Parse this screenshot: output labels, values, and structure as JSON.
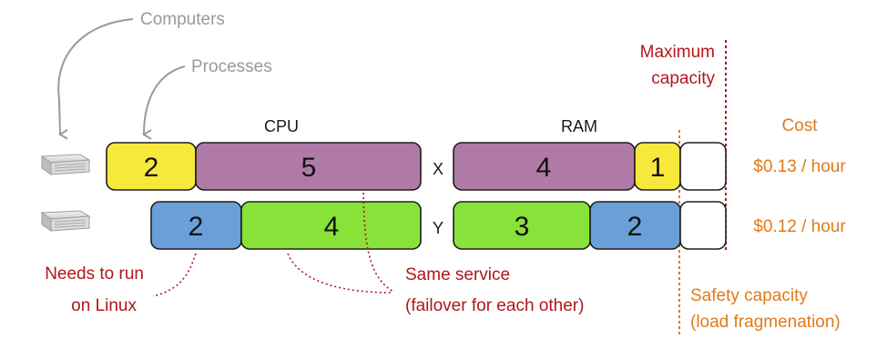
{
  "colors": {
    "yellow": "#f7e83c",
    "purple": "#b07aa6",
    "blue": "#6a9fd8",
    "green": "#88e23a",
    "empty": "#ffffff",
    "red": "#b0171b",
    "orange": "#e07a1a",
    "gray": "#9a9a9a"
  },
  "labels": {
    "computers": "Computers",
    "processes": "Processes",
    "cpu": "CPU",
    "ram": "RAM",
    "max_capacity_line1": "Maximum",
    "max_capacity_line2": "capacity",
    "cost_header": "Cost",
    "needs_linux_line1": "Needs to run",
    "needs_linux_line2": "on Linux",
    "same_service_line1": "Same service",
    "same_service_line2": "(failover for each other)",
    "safety_line1": "Safety capacity",
    "safety_line2": "(load fragmenation)"
  },
  "computers": [
    {
      "name": "X",
      "cost": "$0.13 / hour",
      "cpu": [
        {
          "value": "2",
          "color": "yellow"
        },
        {
          "value": "5",
          "color": "purple"
        }
      ],
      "ram": [
        {
          "value": "4",
          "color": "purple"
        },
        {
          "value": "1",
          "color": "yellow"
        }
      ]
    },
    {
      "name": "Y",
      "cost": "$0.12 / hour",
      "cpu": [
        {
          "value": "2",
          "color": "blue"
        },
        {
          "value": "4",
          "color": "green"
        }
      ],
      "ram": [
        {
          "value": "3",
          "color": "green"
        },
        {
          "value": "2",
          "color": "blue"
        }
      ]
    }
  ],
  "icons": {
    "computer": "server-icon"
  }
}
